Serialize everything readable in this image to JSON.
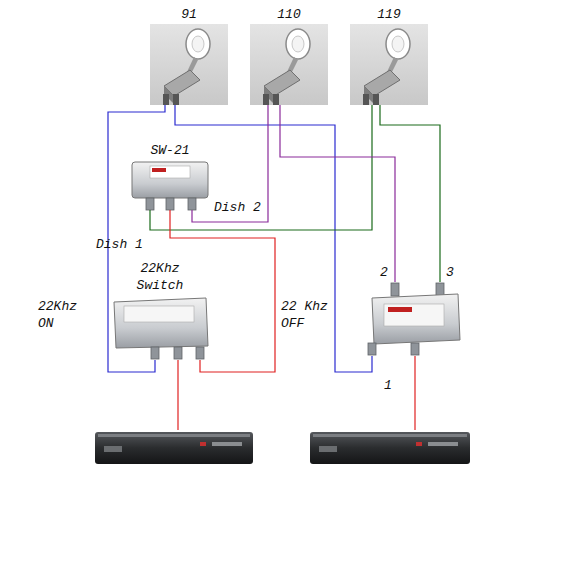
{
  "diagram": {
    "nodes": [
      {
        "text": [
          "91"
        ]
      },
      {
        "text": [
          "110"
        ]
      },
      {
        "text": [
          "119"
        ]
      },
      {
        "text": [
          "SW-21"
        ]
      },
      {
        "text": [
          "22Khz Switch"
        ]
      },
      {
        "text": []
      },
      {
        "text": []
      },
      {
        "text": []
      }
    ],
    "edges": [
      {
        "from": 0,
        "to": 4,
        "arrow": "none",
        "label": "22Khz ON"
      },
      {
        "from": 0,
        "to": 5,
        "arrow": "none",
        "label": "1"
      },
      {
        "from": 1,
        "to": 3,
        "arrow": "none",
        "label": "Dish 2"
      },
      {
        "from": 2,
        "to": 3,
        "arrow": "none",
        "label": "Dish 1"
      },
      {
        "from": 1,
        "to": 5,
        "arrow": "none",
        "label": "2"
      },
      {
        "from": 2,
        "to": 5,
        "arrow": "none",
        "label": "3"
      },
      {
        "from": 3,
        "to": 4,
        "arrow": "none",
        "label": "22 Khz OFF"
      },
      {
        "from": 4,
        "to": 6,
        "arrow": "none"
      },
      {
        "from": 5,
        "to": 7,
        "arrow": "none"
      }
    ]
  }
}
